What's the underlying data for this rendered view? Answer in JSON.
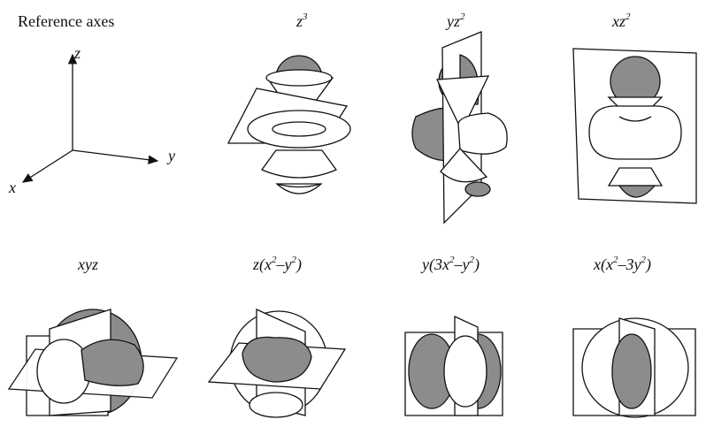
{
  "titles": {
    "reference": "Reference axes",
    "z3": {
      "base": "z",
      "sup": "3"
    },
    "yz2": {
      "base": "yz",
      "sup": "2"
    },
    "xz2": {
      "base": "xz",
      "sup": "2"
    },
    "xyz": "xyz",
    "zx2y2": {
      "a": "z(x",
      "s1": "2",
      "b": "–y",
      "s2": "2",
      "c": ")"
    },
    "y3x2y2": {
      "a": "y(3x",
      "s1": "2",
      "b": "–y",
      "s2": "2",
      "c": ")"
    },
    "x_x23y2": {
      "a": "x(x",
      "s1": "2",
      "b": "–3y",
      "s2": "2",
      "c": ")"
    }
  },
  "axes": {
    "x": "x",
    "y": "y",
    "z": "z"
  },
  "colors": {
    "lobe_shaded": "#8c8c8c",
    "lobe_white": "#ffffff",
    "line": "#111111"
  }
}
